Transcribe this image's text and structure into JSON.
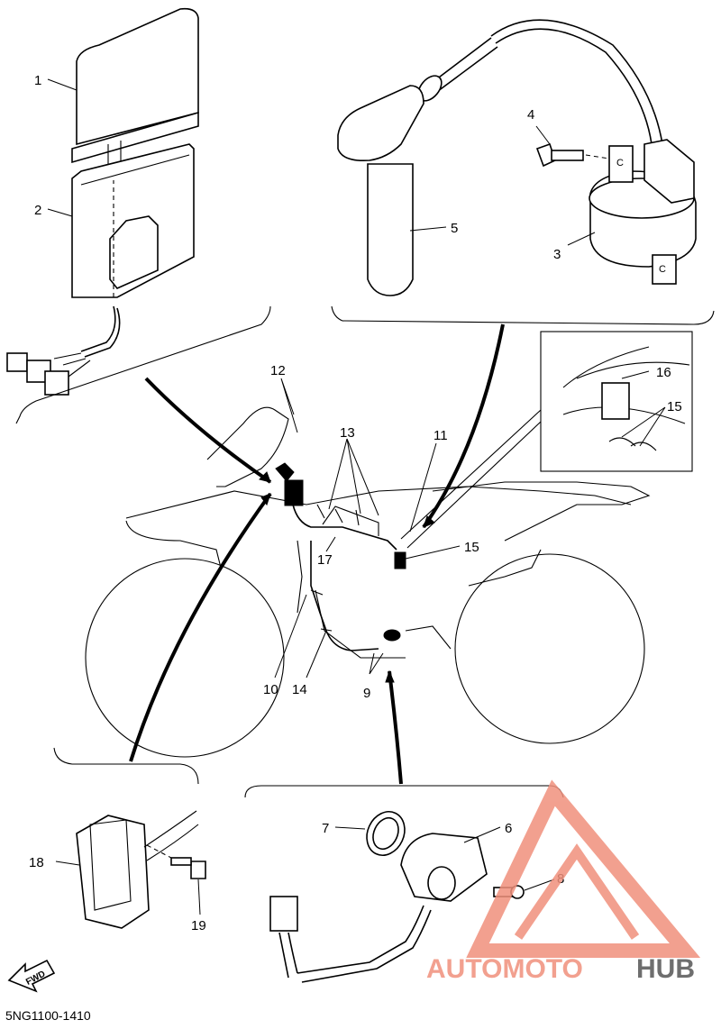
{
  "diagram": {
    "part_numbers": [
      "1",
      "2",
      "3",
      "4",
      "5",
      "6",
      "7",
      "8",
      "9",
      "10",
      "11",
      "12",
      "13",
      "14",
      "15",
      "16",
      "17",
      "18",
      "19"
    ],
    "catalog_code": "5NG1100-1410",
    "fwd_label": "FWD"
  },
  "watermark": {
    "brand_part1": "AUTOMOTO",
    "brand_part2": "HUB",
    "colors": {
      "primary": "#f0907c",
      "secondary": "#555555"
    }
  }
}
